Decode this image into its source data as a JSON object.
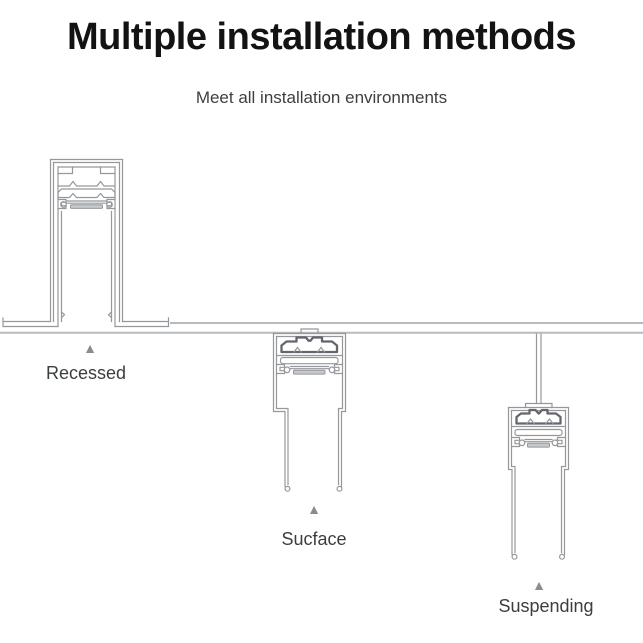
{
  "header": {
    "title": "Multiple installation methods",
    "subtitle": "Meet all installation environments"
  },
  "diagram": {
    "pointer_icon": "▲",
    "methods": [
      {
        "label": "Recessed"
      },
      {
        "label": "Sucface"
      },
      {
        "label": "Suspending"
      }
    ],
    "colors": {
      "background": "#ffffff",
      "title_text": "#131313",
      "subtitle_text": "#3c3f42",
      "outline": "#95989b",
      "bold_outline": "#63666a",
      "plate_fill": "#c6c9cb",
      "ceiling_line": "#b8bbbe",
      "pointer": "#8a8d90",
      "label_text": "#3b3e41"
    }
  }
}
